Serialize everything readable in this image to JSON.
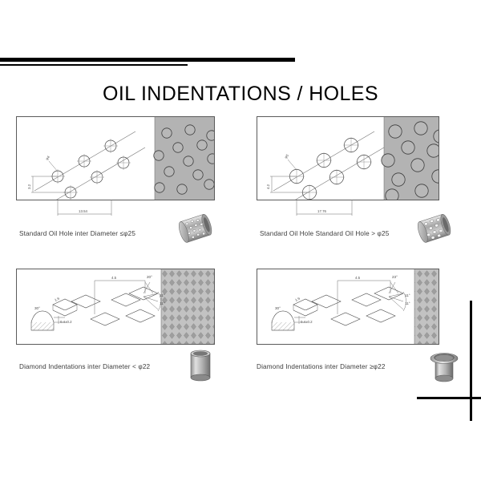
{
  "page": {
    "title": "OIL INDENTATIONS / HOLES",
    "background_color": "#ffffff",
    "title_color": "#000000",
    "rule_color": "#000000",
    "crosshair_color": "#000000"
  },
  "figures": [
    {
      "id": "top-left",
      "caption": "Standard Oil Hole inter Diameter  ≤φ25",
      "drawing_type": "oil-hole-pattern",
      "dimensions": {
        "horizontal_pitch": "13.54",
        "vertical_pitch": "3.2",
        "diameter_note": "φ4"
      },
      "pattern_panel_color": "#b3b3b3",
      "hole_size": "small",
      "product_photo": "cylindrical-bushing-with-holes"
    },
    {
      "id": "top-right",
      "caption": "Standard Oil Hole Standard Oil Hole  > φ25",
      "drawing_type": "oil-hole-pattern",
      "dimensions": {
        "horizontal_pitch": "17.76",
        "vertical_pitch": "4.2",
        "diameter_note": "φ5"
      },
      "pattern_panel_color": "#b3b3b3",
      "hole_size": "large",
      "product_photo": "cylindrical-bushing-with-holes"
    },
    {
      "id": "bottom-left",
      "caption": "Diamond Indentations inter Diameter  < φ22",
      "drawing_type": "diamond-indentation-pattern",
      "dimensions": {
        "pitch": "4.5",
        "apex_angle": "20°",
        "side_angle_upper": "11°",
        "side_angle_lower": "11°",
        "section_angle": "30°",
        "depth": "0.4±0.2",
        "small_label": "1.9"
      },
      "pattern_panel_color": "#c2c2c2",
      "product_photo": "plain-sleeve-bushing"
    },
    {
      "id": "bottom-right",
      "caption": "Diamond Indentations inter Diameter ≥φ22",
      "drawing_type": "diamond-indentation-pattern",
      "dimensions": {
        "pitch": "4.5",
        "apex_angle": "23°",
        "side_angle_upper": "11°",
        "side_angle_lower": "11°",
        "section_angle": "30°",
        "depth": "0.4±0.2",
        "small_label": "1.9"
      },
      "pattern_panel_color": "#c2c2c2",
      "product_photo": "flanged-bushing"
    }
  ]
}
